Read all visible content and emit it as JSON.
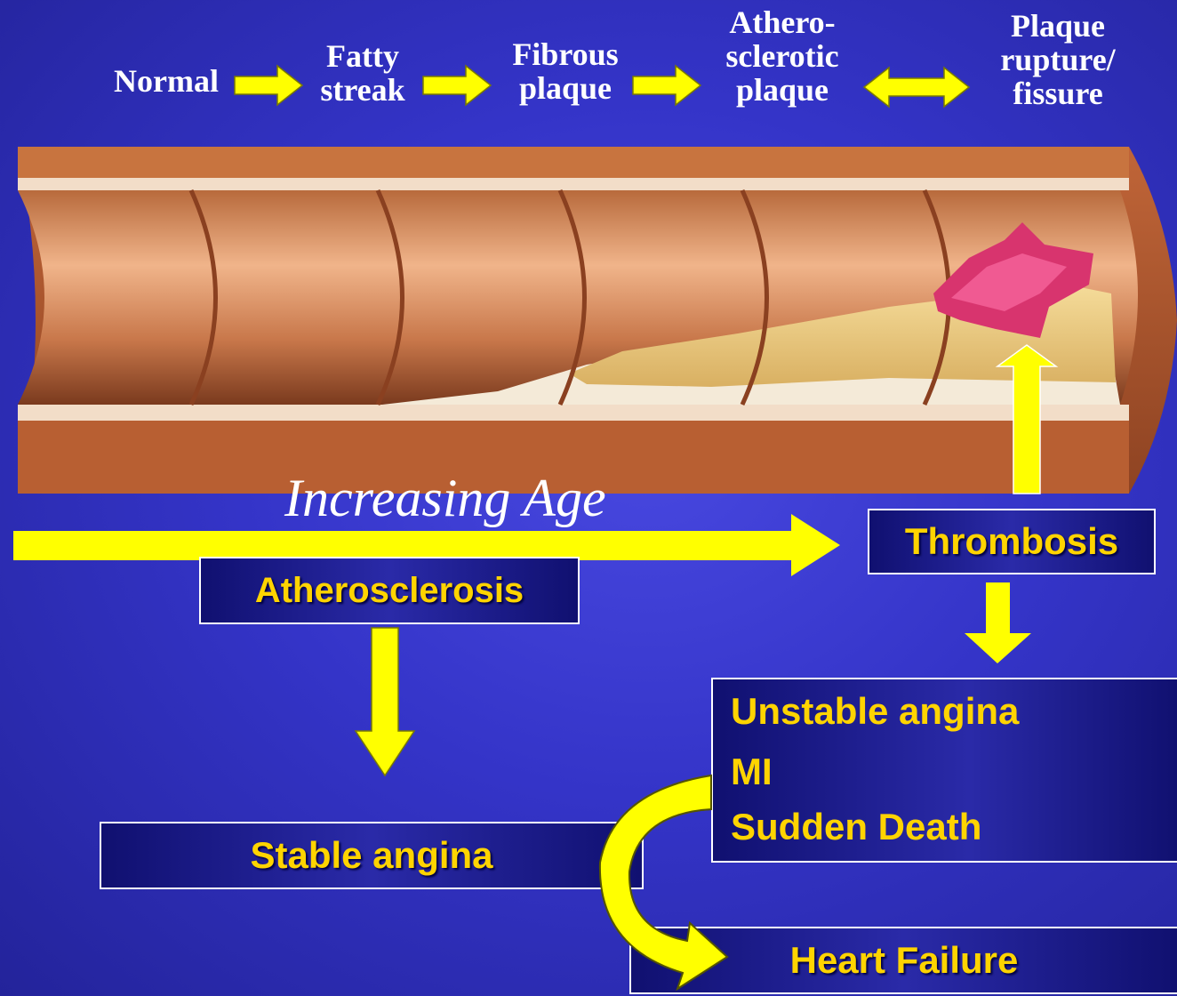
{
  "stages": [
    {
      "label": "Normal"
    },
    {
      "label": "Fatty\nstreak"
    },
    {
      "label": "Fibrous\nplaque"
    },
    {
      "label": "Athero-\nsclerotic\nplaque"
    },
    {
      "label": "Plaque\nrupture/\nfissure"
    }
  ],
  "axis_label": "Increasing Age",
  "boxes": {
    "atherosclerosis": "Atherosclerosis",
    "thrombosis": "Thrombosis",
    "stable_angina": "Stable angina",
    "heart_failure": "Heart Failure"
  },
  "acute_outcomes": [
    "Unstable angina",
    "MI",
    "Sudden Death"
  ],
  "colors": {
    "arrow": "#ffff00",
    "box_text": "#ffd400",
    "background": "#3434c8"
  }
}
